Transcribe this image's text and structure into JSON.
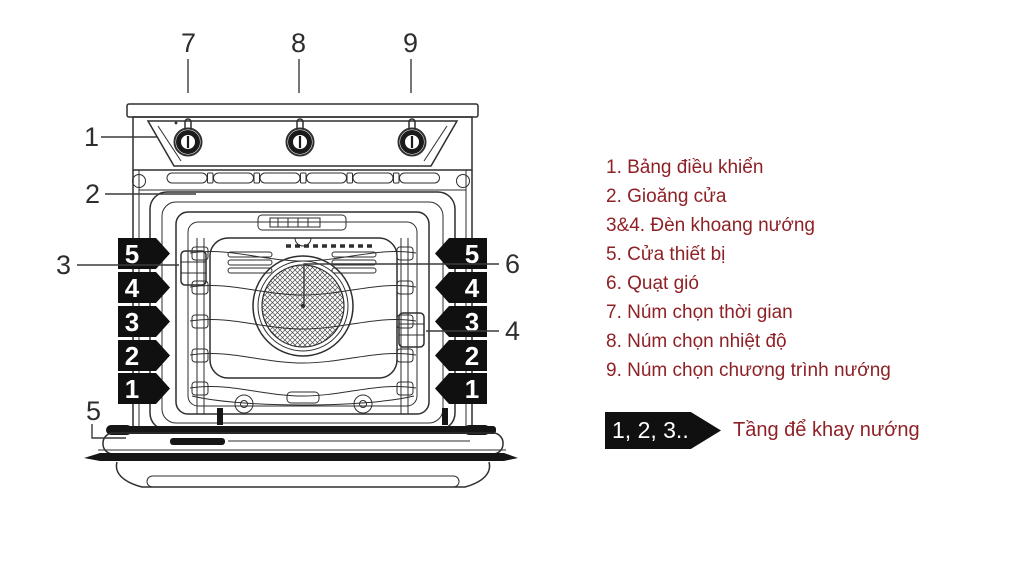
{
  "legend": {
    "items": [
      "1. Bảng điều khiển",
      "2. Gioăng cửa",
      "3&4. Đèn khoang nướng",
      "5. Cửa thiết bị",
      "6. Quạt gió",
      "7. Núm chọn thời gian",
      "8. Núm chọn nhiệt độ",
      "9. Núm chọn chương trình nướng"
    ],
    "shelf_tag": {
      "label": "1, 2, 3..",
      "description": "Tầng để khay nướng"
    }
  },
  "diagram": {
    "callouts": {
      "c1": "1",
      "c2": "2",
      "c3": "3",
      "c4": "4",
      "c5": "5",
      "c6": "6",
      "c7": "7",
      "c8": "8",
      "c9": "9"
    },
    "shelf_levels": [
      "5",
      "4",
      "3",
      "2",
      "1"
    ]
  },
  "colors": {
    "legend_text": "#8e2126",
    "tag_background": "#101010",
    "tag_text": "#ffffff",
    "line_art": "#2e2e2e"
  }
}
